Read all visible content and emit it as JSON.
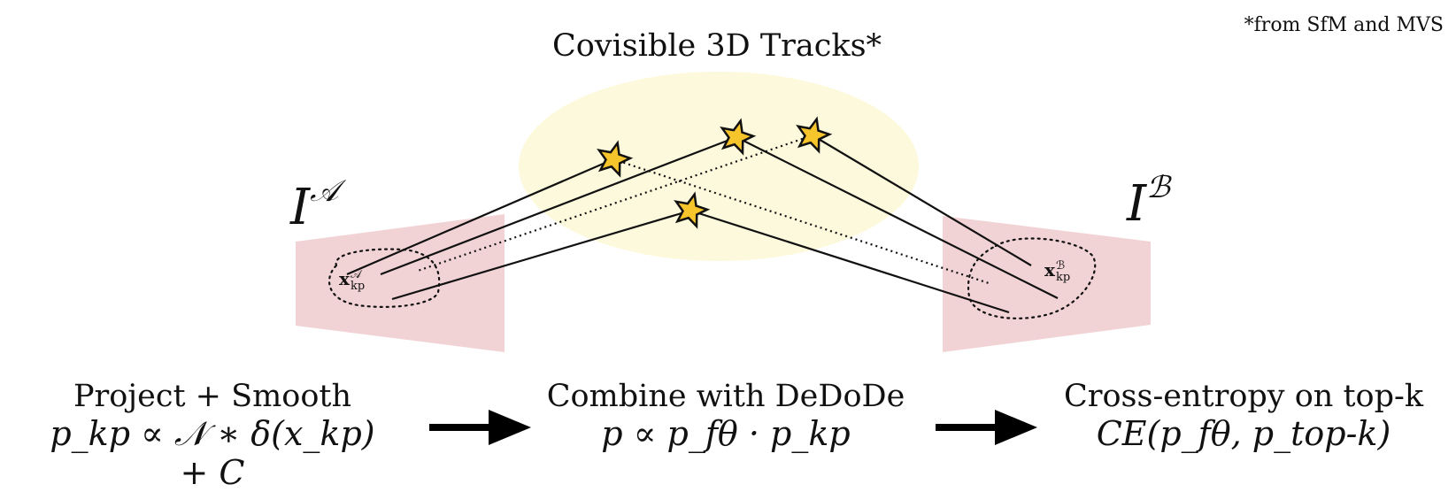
{
  "footnote": "*from SfM and MVS",
  "title": "Covisible 3D Tracks*",
  "image_a": {
    "base": "I",
    "sup": "𝒜"
  },
  "image_b": {
    "base": "I",
    "sup": "ℬ"
  },
  "keypoint_a": {
    "base": "x",
    "sup": "𝒜",
    "sub": "kp"
  },
  "keypoint_b": {
    "base": "x",
    "sup": "ℬ",
    "sub": "kp"
  },
  "steps": [
    {
      "title": "Project + Smooth",
      "formula": "p_kp ∝ 𝒩 ∗ δ(x_kp) + C"
    },
    {
      "title": "Combine with DeDoDe",
      "formula": "p ∝ p_fθ · p_kp"
    },
    {
      "title": "Cross-entropy on top-k",
      "formula": "CE(p_fθ, p_top-k)"
    }
  ],
  "colors": {
    "track_region": "#fdf9dc",
    "image_plane": "#f2d3d5",
    "star_fill": "#f6c42b",
    "star_stroke": "#111111",
    "arrow": "#000000"
  },
  "icons": [
    "star-icon",
    "arrow-right-icon"
  ]
}
